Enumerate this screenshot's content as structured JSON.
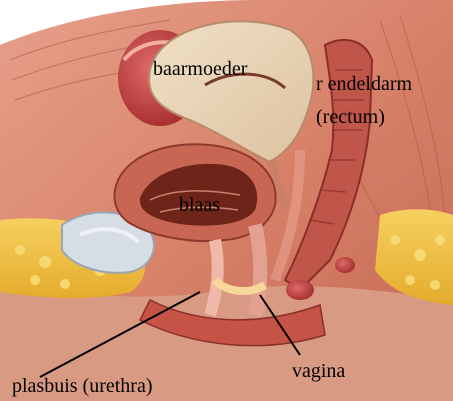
{
  "labels": {
    "uterus": "baarmoeder",
    "rectum_line1": "r endeldarm",
    "rectum_line2": "(rectum)",
    "bladder": "blaas",
    "vagina": "vagina",
    "urethra": "plasbuis (urethra)"
  },
  "colors": {
    "background": "#ffffff",
    "label_text": "#000000",
    "leader_line": "#000000",
    "muscle": "#c86a54",
    "uterus_body": "#e8d4b4",
    "fat_tissue": "#f0c23c",
    "bone": "#d6dde4"
  }
}
